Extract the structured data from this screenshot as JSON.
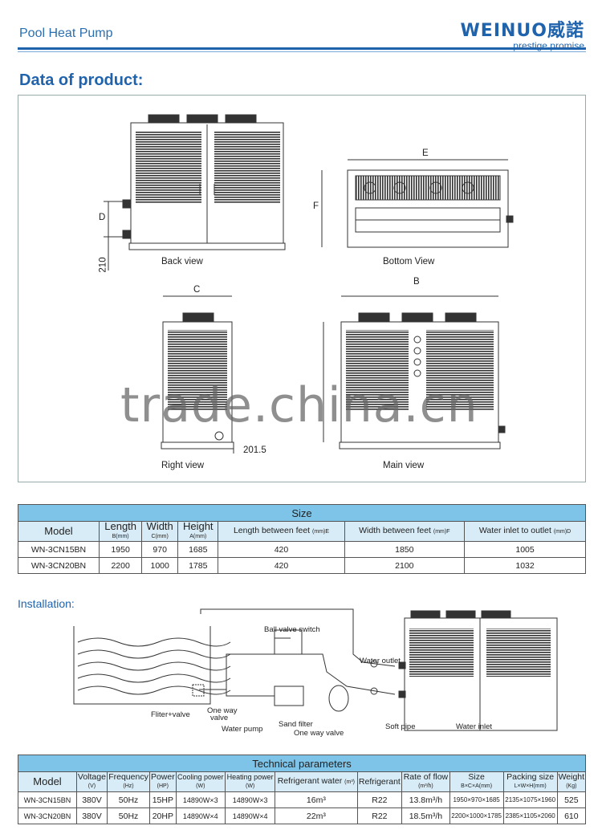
{
  "header": {
    "title": "Pool Heat Pump",
    "brand": "WEINUO威諾",
    "tagline": "prestige promise"
  },
  "section_title": "Data of product:",
  "views": {
    "back": "Back view",
    "bottom": "Bottom View",
    "right": "Right view",
    "main": "Main view",
    "dim_d": "D",
    "dim_210": "210",
    "dim_e": "E",
    "dim_f": "F",
    "dim_c": "C",
    "dim_b": "B",
    "dim_2015": "201.5"
  },
  "watermark": "trade.china.cn",
  "size_table": {
    "caption": "Size",
    "headers": [
      {
        "main": "Model",
        "unit": ""
      },
      {
        "main": "Length",
        "unit": "B(mm)"
      },
      {
        "main": "Width",
        "unit": "C(mm)"
      },
      {
        "main": "Height",
        "unit": "A(mm)"
      },
      {
        "main": "Length between feet",
        "unit": "(mm)E"
      },
      {
        "main": "Width between feet",
        "unit": "(mm)F"
      },
      {
        "main": "Water inlet to outlet",
        "unit": "(mm)D"
      }
    ],
    "rows": [
      [
        "WN-3CN15BN",
        "1950",
        "970",
        "1685",
        "420",
        "1850",
        "1005"
      ],
      [
        "WN-3CN20BN",
        "2200",
        "1000",
        "1785",
        "420",
        "2100",
        "1032"
      ]
    ]
  },
  "installation": {
    "title": "Installation:",
    "labels": {
      "ball_valve": "Ball valve switch",
      "water_outlet": "Water outlet",
      "filter_valve": "Fliter+valve",
      "one_way_a": "One way",
      "one_way_b": "valve",
      "water_pump": "Water pump",
      "sand_filter": "Sand filter",
      "one_way_valve": "One way valve",
      "soft_pipe": "Soft pipe",
      "water_inlet": "Water inlet"
    }
  },
  "tech_table": {
    "caption": "Technical parameters",
    "headers": [
      {
        "main": "Model",
        "unit": ""
      },
      {
        "main": "Voltage",
        "unit": "(V)"
      },
      {
        "main": "Frequency",
        "unit": "(Hz)"
      },
      {
        "main": "Power",
        "unit": "(HP)"
      },
      {
        "main": "Cooling power",
        "unit": "(W)"
      },
      {
        "main": "Heating power",
        "unit": "(W)"
      },
      {
        "main": "Refrigerant water",
        "unit": "(m³)"
      },
      {
        "main": "Refrigerant",
        "unit": ""
      },
      {
        "main": "Rate of flow",
        "unit": "(m³/h)"
      },
      {
        "main": "Size",
        "unit": "B×C×A(mm)"
      },
      {
        "main": "Packing size",
        "unit": "L×W×H(mm)"
      },
      {
        "main": "Weight",
        "unit": "(Kg)"
      }
    ],
    "rows": [
      [
        "WN-3CN15BN",
        "380V",
        "50Hz",
        "15HP",
        "14890W×3",
        "14890W×3",
        "16m³",
        "R22",
        "13.8m³/h",
        "1950×970×1685",
        "2135×1075×1960",
        "525"
      ],
      [
        "WN-3CN20BN",
        "380V",
        "50Hz",
        "20HP",
        "14890W×4",
        "14890W×4",
        "22m³",
        "R22",
        "18.5m³/h",
        "2200×1000×1785",
        "2385×1105×2060",
        "610"
      ]
    ]
  }
}
